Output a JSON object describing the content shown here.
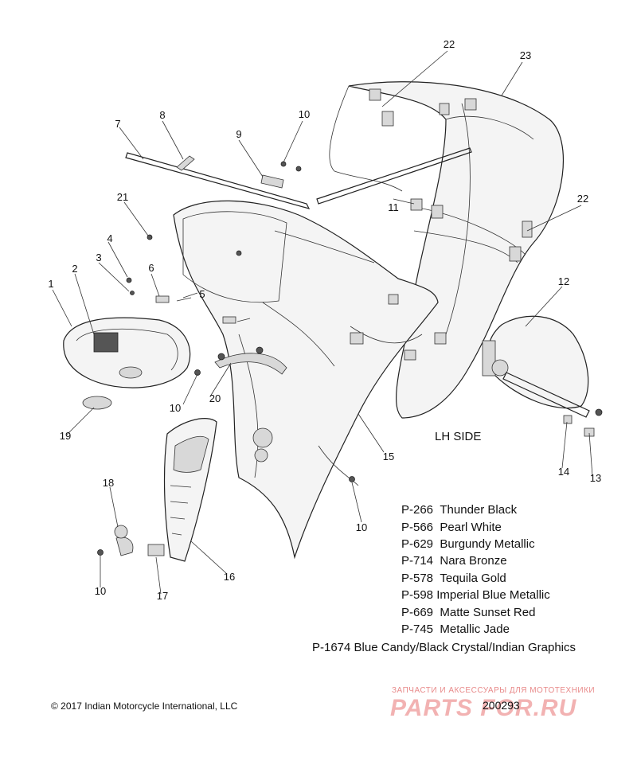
{
  "callouts": [
    {
      "id": "c22a",
      "text": "22"
    },
    {
      "id": "c23",
      "text": "23"
    },
    {
      "id": "c7",
      "text": "7"
    },
    {
      "id": "c8",
      "text": "8"
    },
    {
      "id": "c9",
      "text": "9"
    },
    {
      "id": "c10a",
      "text": "10"
    },
    {
      "id": "c21",
      "text": "21"
    },
    {
      "id": "c22b",
      "text": "22"
    },
    {
      "id": "c11",
      "text": "11"
    },
    {
      "id": "c4",
      "text": "4"
    },
    {
      "id": "c3",
      "text": "3"
    },
    {
      "id": "c6",
      "text": "6"
    },
    {
      "id": "c2",
      "text": "2"
    },
    {
      "id": "c1",
      "text": "1"
    },
    {
      "id": "c5",
      "text": "5"
    },
    {
      "id": "c12",
      "text": "12"
    },
    {
      "id": "c10b",
      "text": "10"
    },
    {
      "id": "c20",
      "text": "20"
    },
    {
      "id": "c19",
      "text": "19"
    },
    {
      "id": "c15",
      "text": "15"
    },
    {
      "id": "c14",
      "text": "14"
    },
    {
      "id": "c13",
      "text": "13"
    },
    {
      "id": "c18",
      "text": "18"
    },
    {
      "id": "c10c",
      "text": "10"
    },
    {
      "id": "c16",
      "text": "16"
    },
    {
      "id": "c10d",
      "text": "10"
    },
    {
      "id": "c17",
      "text": "17"
    }
  ],
  "side_label": "LH SIDE",
  "paint_codes": [
    {
      "code": "P-266",
      "name": "Thunder Black"
    },
    {
      "code": "P-566",
      "name": "Pearl White"
    },
    {
      "code": "P-629",
      "name": "Burgundy Metallic"
    },
    {
      "code": "P-714",
      "name": "Nara Bronze"
    },
    {
      "code": "P-578",
      "name": "Tequila Gold"
    },
    {
      "code": "P-598",
      "name": "Imperial Blue Metallic"
    },
    {
      "code": "P-669",
      "name": "Matte Sunset Red"
    },
    {
      "code": "P-745",
      "name": "Metallic Jade"
    },
    {
      "code": "P-1674",
      "name": "Blue Candy/Black Crystal/Indian Graphics"
    }
  ],
  "copyright": "© 2017 Indian Motorcycle International, LLC",
  "doc_id": "200293",
  "watermark": {
    "tagline": "ЗАПЧАСТИ И АКСЕССУАРЫ ДЛЯ МОТОТЕХНИКИ",
    "logo": "PARTS FOR.RU"
  },
  "colors": {
    "ink": "#222222",
    "watermark": "#e88a8a"
  }
}
